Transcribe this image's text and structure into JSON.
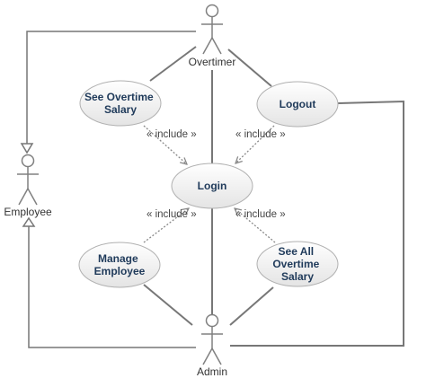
{
  "colors": {
    "line": "#777777",
    "use_case_fill_top": "#ffffff",
    "use_case_fill_bottom": "#e4e4e4",
    "use_case_text": "#1f3a5a"
  },
  "actors": {
    "overtimer": "Overtimer",
    "employee": "Employee",
    "admin": "Admin"
  },
  "use_cases": {
    "see_overtime_salary": [
      "See Overtime",
      "Salary"
    ],
    "logout": [
      "Logout"
    ],
    "login": [
      "Login"
    ],
    "manage_employee": [
      "Manage",
      "Employee"
    ],
    "see_all_overtime_salary": [
      "See All",
      "Overtime",
      "Salary"
    ]
  },
  "relations": {
    "include_label": "« include »"
  }
}
